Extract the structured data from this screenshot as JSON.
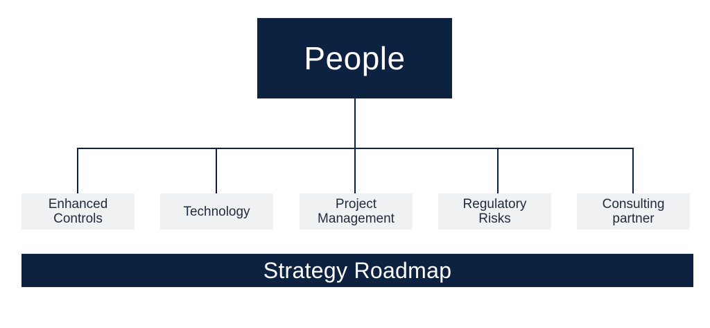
{
  "root": {
    "label": "People"
  },
  "children": [
    {
      "label": "Enhanced\nControls"
    },
    {
      "label": "Technology"
    },
    {
      "label": "Project\nManagement"
    },
    {
      "label": "Regulatory\nRisks"
    },
    {
      "label": "Consulting\npartner"
    }
  ],
  "footer": {
    "label": "Strategy Roadmap"
  },
  "colors": {
    "primary": "#0d2240",
    "child_bg": "#f0f1f3",
    "connector": "#0d2240"
  }
}
